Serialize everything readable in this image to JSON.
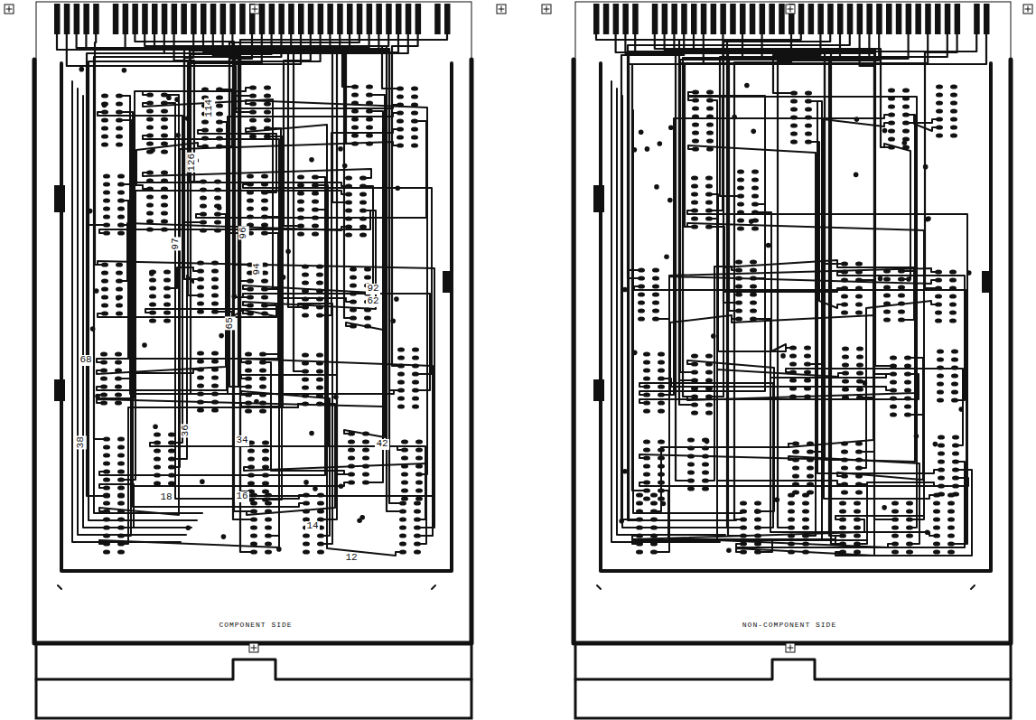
{
  "diagram": {
    "labels": [
      "114",
      "126",
      "97",
      "96",
      "94",
      "92",
      "62",
      "65",
      "68",
      "38",
      "36",
      "34",
      "42",
      "18",
      "16",
      "14",
      "12",
      "COMPONENT SIDE",
      "NON-COMPONENT SIDE"
    ]
  }
}
